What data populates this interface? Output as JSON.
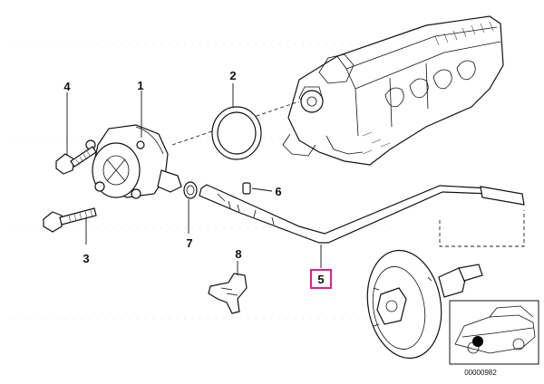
{
  "diagram": {
    "callouts": {
      "c1": "1",
      "c2": "2",
      "c3": "3",
      "c4": "4",
      "c5": "5",
      "c6": "6",
      "c7": "7",
      "c8": "8"
    },
    "highlight_color": "#e0218a",
    "reference_number": "00000982"
  }
}
